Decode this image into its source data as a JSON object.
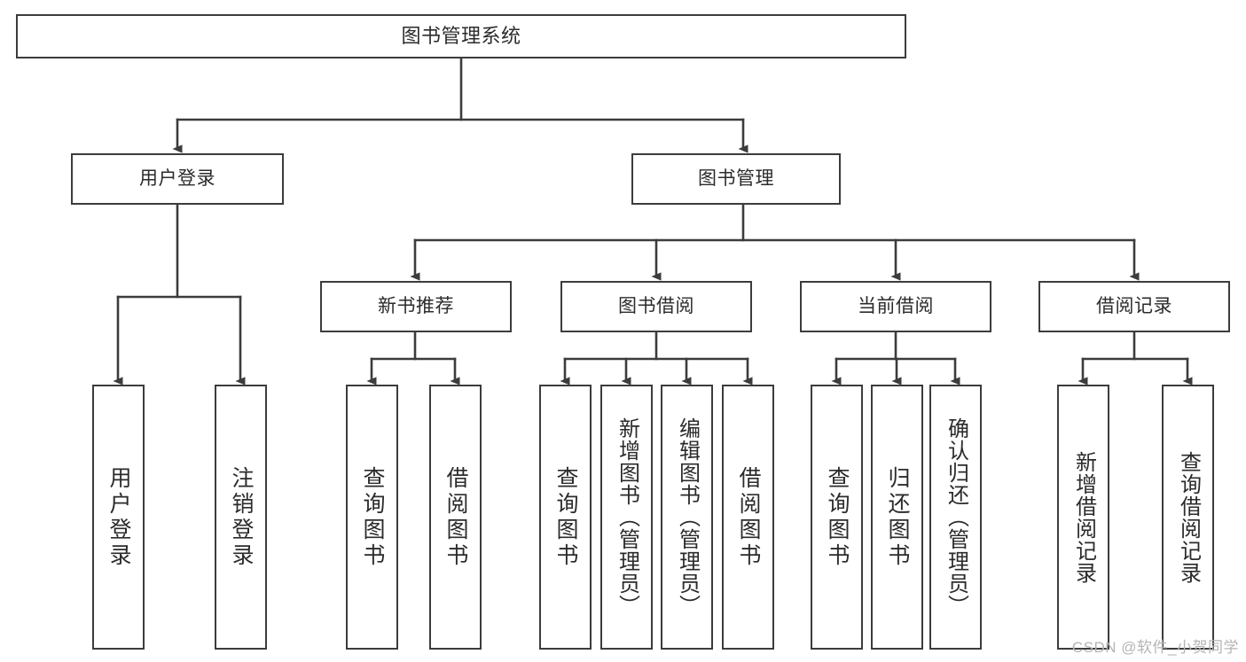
{
  "diagram": {
    "title": "图书管理系统",
    "type": "tree-hierarchy-diagram",
    "colors": {
      "border": "#3c3c3c",
      "fill": "#ffffff",
      "text": "#2b2b2b",
      "connector": "#3c3c3c",
      "watermark": "#b4b4b4"
    },
    "root": {
      "label": "图书管理系统"
    },
    "level1": [
      {
        "label": "用户登录"
      },
      {
        "label": "图书管理"
      }
    ],
    "level2": [
      {
        "label": "新书推荐"
      },
      {
        "label": "图书借阅"
      },
      {
        "label": "当前借阅"
      },
      {
        "label": "借阅记录"
      }
    ],
    "leaves": {
      "user_login": [
        {
          "label": "用户登录"
        },
        {
          "label": "注销登录"
        }
      ],
      "new_book_rec": [
        {
          "label": "查询图书"
        },
        {
          "label": "借阅图书"
        }
      ],
      "book_borrow": [
        {
          "label": "查询图书"
        },
        {
          "label": "新增图书（管理员）"
        },
        {
          "label": "编辑图书（管理员）"
        },
        {
          "label": "借阅图书"
        }
      ],
      "current_borrow": [
        {
          "label": "查询图书"
        },
        {
          "label": "归还图书"
        },
        {
          "label": "确认归还（管理员）"
        }
      ],
      "borrow_record": [
        {
          "label": "新增借阅记录"
        },
        {
          "label": "查询借阅记录"
        }
      ]
    }
  },
  "watermark": {
    "text": "CSDN @软件_小贺同学"
  }
}
